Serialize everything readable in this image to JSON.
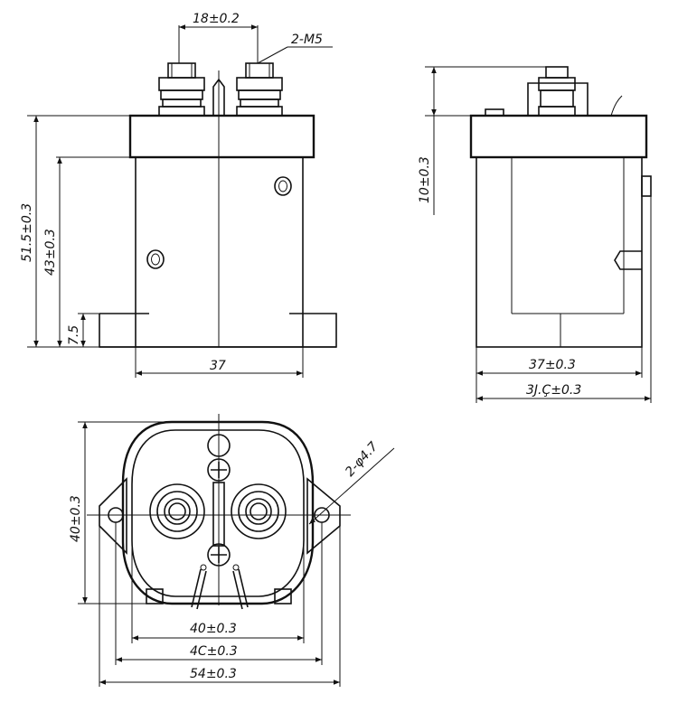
{
  "front_view": {
    "dim_terminal_spacing": "18±0.2",
    "dim_thread": "2-M5",
    "dim_total_height": "51.5±0.3",
    "dim_body_height": "43±0.3",
    "dim_foot_height": "7.5",
    "dim_body_width": "37"
  },
  "side_view": {
    "dim_terminal_height": "10±0.3",
    "dim_body_width": "37±0.3",
    "dim_overall_width": "3J.Ç±0.3"
  },
  "bottom_view": {
    "dim_height": "40±0.3",
    "dim_hole": "2-φ4.7",
    "dim_width_1": "40±0.3",
    "dim_width_2": "4C±0.3",
    "dim_width_3": "54±0.3"
  }
}
